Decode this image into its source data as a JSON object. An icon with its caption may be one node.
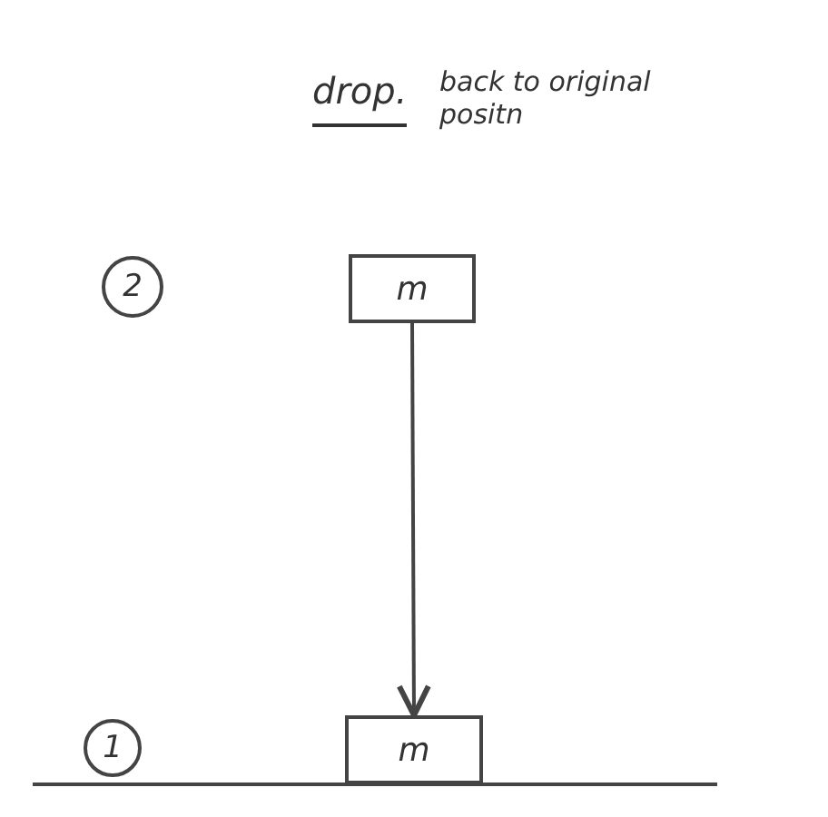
{
  "diagram": {
    "nodes": [
      {
        "text": [
          "2"
        ]
      },
      {
        "text": [
          "m"
        ]
      },
      {
        "text": [
          "1"
        ]
      },
      {
        "text": [
          "m"
        ]
      }
    ],
    "edges": [
      {
        "from": 1,
        "to": 3,
        "arrow": "to"
      }
    ],
    "labels": [
      "drop.",
      "back to original positn"
    ]
  }
}
